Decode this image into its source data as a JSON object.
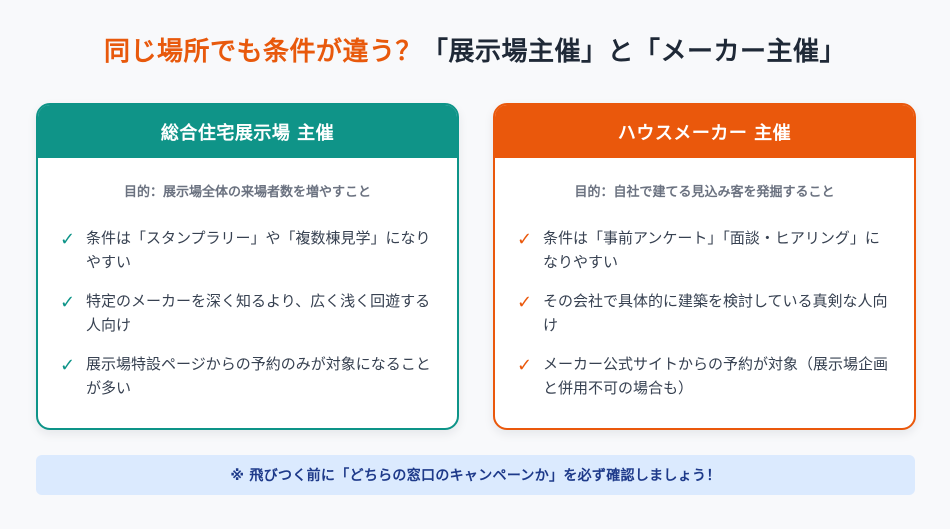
{
  "title": {
    "accent": "同じ場所でも条件が違う？",
    "dark": "「展示場主催」と「メーカー主催」"
  },
  "colors": {
    "accent_orange": "#ea580c",
    "accent_teal": "#0d9488",
    "banner_bg": "#dbeafe",
    "banner_text": "#1e3a8a"
  },
  "cards": [
    {
      "header": "総合住宅展示場 主催",
      "purpose": "目的：展示場全体の来場者数を増やすこと",
      "check_icon": "✓",
      "items": [
        "条件は「スタンプラリー」や「複数棟見学」になりやすい",
        "特定のメーカーを深く知るより、広く浅く回遊する人向け",
        "展示場特設ページからの予約のみが対象になることが多い"
      ]
    },
    {
      "header": "ハウスメーカー 主催",
      "purpose": "目的：自社で建てる見込み客を発掘すること",
      "check_icon": "✓",
      "items": [
        "条件は「事前アンケート」「面談・ヒアリング」になりやすい",
        "その会社で具体的に建築を検討している真剣な人向け",
        "メーカー公式サイトからの予約が対象（展示場企画と併用不可の場合も）"
      ]
    }
  ],
  "banner": {
    "text": "※ 飛びつく前に「どちらの窓口のキャンペーンか」を必ず確認しましょう！"
  }
}
